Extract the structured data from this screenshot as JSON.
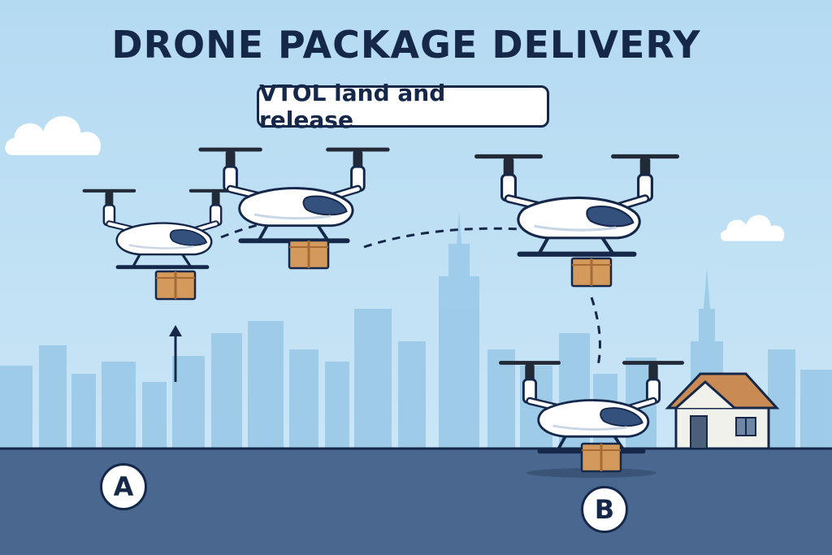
{
  "title": "DRONE PACKAGE DELIVERY",
  "subtitle": "VTOL land and release",
  "points": {
    "start": "A",
    "end": "B"
  },
  "drone_count": 4,
  "colors": {
    "sky": "#bfe0f4",
    "ground": "#4a6790",
    "skyline": "#8ec0e2",
    "outline": "#16284a",
    "package": "#d49a5c",
    "roof": "#c98a53",
    "drone_body": "#ffffff",
    "canopy": "#34517e"
  },
  "icons": [
    "drone-icon",
    "package-icon",
    "house-icon",
    "cloud-icon",
    "arrow-up-icon",
    "flight-path-line"
  ]
}
